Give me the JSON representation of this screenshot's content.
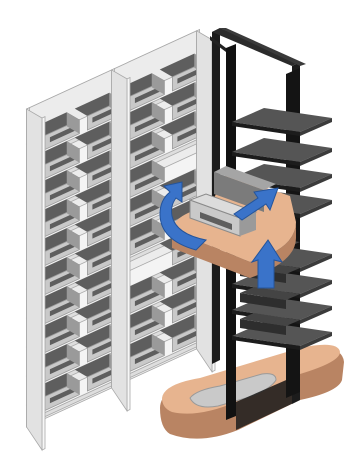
{
  "illustration": {
    "subject": "warehouse-robot-picking-illustration",
    "colors": {
      "background": "#ffffff",
      "rack_frame": "#f2f2f2",
      "rack_edge": "#a9a9a9",
      "bin_light": "#c9c9c9",
      "bin_mid": "#9a9a9a",
      "bin_dark": "#5e5e5e",
      "robot_frame": "#1c1c1c",
      "robot_shelf": "#3b3b3b",
      "robot_shelf_top": "#555555",
      "robot_base": "#e7b48f",
      "robot_base_shade": "#b98463",
      "arrow_blue": "#3a73c9",
      "arrow_blue_dark": "#24549b"
    },
    "arrows": [
      "rotate-arrow",
      "lift-arrow",
      "extend-arrow"
    ]
  }
}
